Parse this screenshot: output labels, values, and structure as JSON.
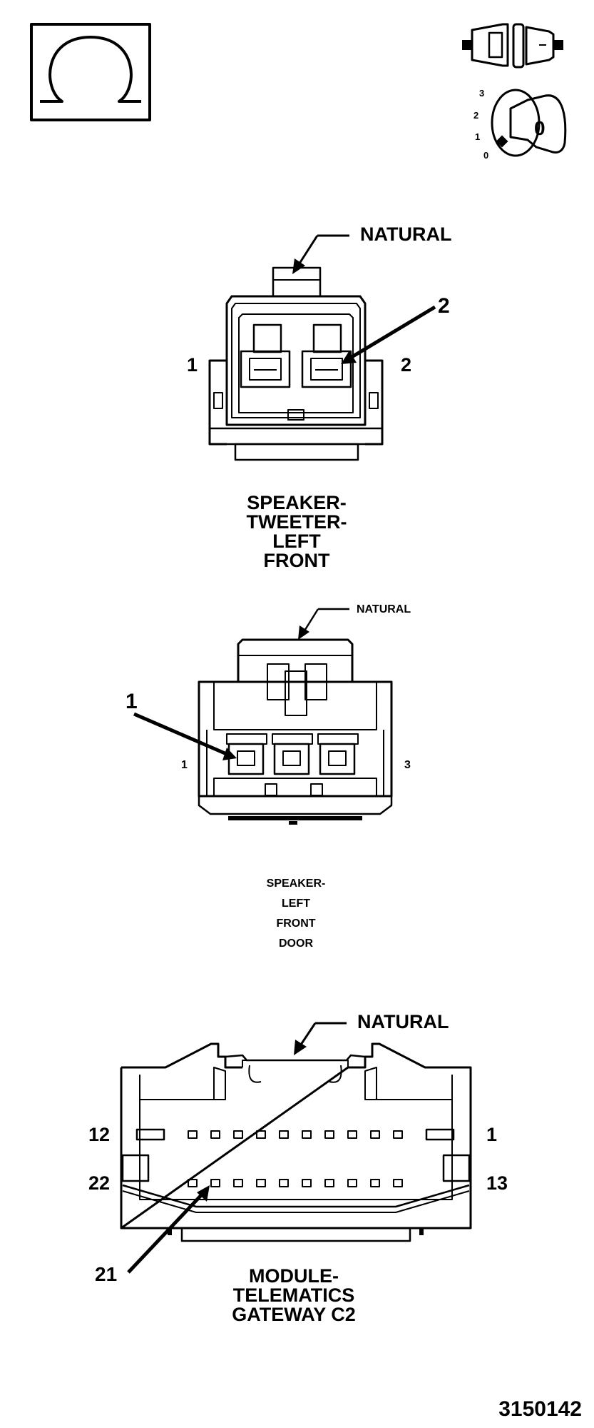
{
  "legend": {
    "ohm_symbol": "Ω",
    "key_positions": [
      "3",
      "2",
      "1",
      "0"
    ],
    "key_label": "0",
    "icons": [
      "ohm-symbol-icon",
      "connector-disconnect-icon",
      "ignition-key-icon"
    ]
  },
  "connectors": [
    {
      "color_label": "NATURAL",
      "callout": "2",
      "pin_left": "1",
      "pin_right": "2",
      "name_lines": [
        "SPEAKER-",
        "TWEETER-",
        "LEFT",
        "FRONT"
      ]
    },
    {
      "color_label": "NATURAL",
      "callout": "1",
      "pin_left": "1",
      "pin_right": "3",
      "name_lines": [
        "SPEAKER-",
        "LEFT",
        "FRONT",
        "DOOR"
      ]
    },
    {
      "color_label": "NATURAL",
      "callout": "21",
      "pin_top_left": "12",
      "pin_top_right": "1",
      "pin_bottom_left": "22",
      "pin_bottom_right": "13",
      "name_lines": [
        "MODULE-",
        "TELEMATICS",
        "GATEWAY C2"
      ]
    }
  ],
  "figure_number": "3150142"
}
